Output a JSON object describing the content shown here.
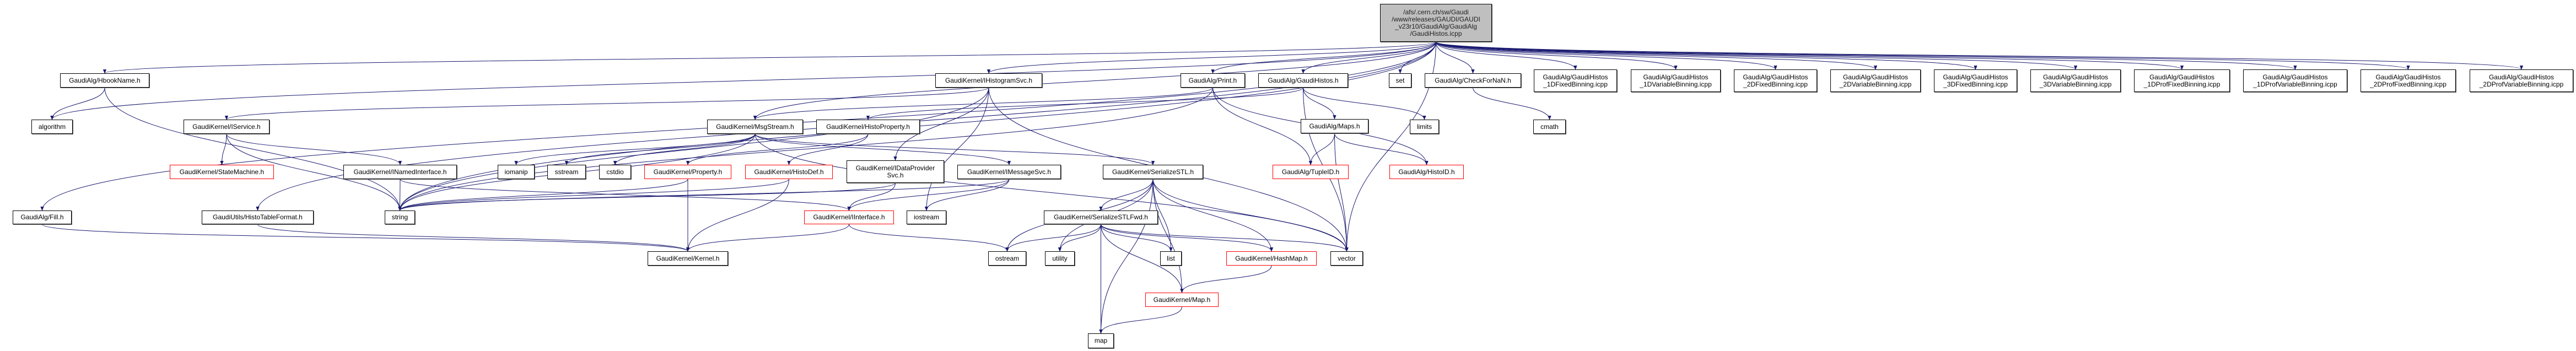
{
  "graph": {
    "type": "include-dependency-graph",
    "edge_color": "#191970",
    "root_fill": "#bfbfbf",
    "missing_border_color": "#ff0000",
    "nodes": [
      {
        "id": "root",
        "label": "/afs/.cern.ch/sw/Gaudi\n/www/releases/GAUDI/GAUDI\n_v23r10/GaudiAlg/GaudiAlg\n/GaudiHistos.icpp",
        "red": false
      },
      {
        "id": "hbook",
        "label": "GaudiAlg/HbookName.h",
        "red": false
      },
      {
        "id": "algorithm",
        "label": "algorithm",
        "red": false
      },
      {
        "id": "iservice",
        "label": "GaudiKernel/IService.h",
        "red": false
      },
      {
        "id": "statemachine",
        "label": "GaudiKernel/StateMachine.h",
        "red": true
      },
      {
        "id": "inamed",
        "label": "GaudiKernel/INamedInterface.h",
        "red": false
      },
      {
        "id": "iomanip",
        "label": "iomanip",
        "red": false
      },
      {
        "id": "sstream",
        "label": "sstream",
        "red": false
      },
      {
        "id": "cstdio",
        "label": "cstdio",
        "red": false
      },
      {
        "id": "fill",
        "label": "GaudiAlg/Fill.h",
        "red": false
      },
      {
        "id": "histotable",
        "label": "GaudiUtils/HistoTableFormat.h",
        "red": false
      },
      {
        "id": "string",
        "label": "string",
        "red": false
      },
      {
        "id": "kernel",
        "label": "GaudiKernel/Kernel.h",
        "red": false
      },
      {
        "id": "ihistsvc",
        "label": "GaudiKernel/IHistogramSvc.h",
        "red": false
      },
      {
        "id": "print",
        "label": "GaudiAlg/Print.h",
        "red": false
      },
      {
        "id": "gaudihistos",
        "label": "GaudiAlg/GaudiHistos.h",
        "red": false
      },
      {
        "id": "msgstream",
        "label": "GaudiKernel/MsgStream.h",
        "red": false
      },
      {
        "id": "histoprop",
        "label": "GaudiKernel/HistoProperty.h",
        "red": false
      },
      {
        "id": "property",
        "label": "GaudiKernel/Property.h",
        "red": true
      },
      {
        "id": "histodef",
        "label": "GaudiKernel/HistoDef.h",
        "red": true
      },
      {
        "id": "idataprov",
        "label": "GaudiKernel/IDataProvider\nSvc.h",
        "red": false
      },
      {
        "id": "imsgsvc",
        "label": "GaudiKernel/IMessageSvc.h",
        "red": false
      },
      {
        "id": "serstl",
        "label": "GaudiKernel/SerializeSTL.h",
        "red": false
      },
      {
        "id": "tupleid",
        "label": "GaudiAlg/TupleID.h",
        "red": true
      },
      {
        "id": "iinterface",
        "label": "GaudiKernel/IInterface.h",
        "red": true
      },
      {
        "id": "iostream",
        "label": "iostream",
        "red": false
      },
      {
        "id": "serstlfwd",
        "label": "GaudiKernel/SerializeSTLFwd.h",
        "red": false
      },
      {
        "id": "ostream",
        "label": "ostream",
        "red": false
      },
      {
        "id": "utility",
        "label": "utility",
        "red": false
      },
      {
        "id": "list",
        "label": "list",
        "red": false
      },
      {
        "id": "hashmap",
        "label": "GaudiKernel/HashMap.h",
        "red": true
      },
      {
        "id": "maph",
        "label": "GaudiKernel/Map.h",
        "red": true
      },
      {
        "id": "map",
        "label": "map",
        "red": false
      },
      {
        "id": "maps",
        "label": "GaudiAlg/Maps.h",
        "red": false
      },
      {
        "id": "limits",
        "label": "limits",
        "red": false
      },
      {
        "id": "histoid",
        "label": "GaudiAlg/HistoID.h",
        "red": true
      },
      {
        "id": "vector",
        "label": "vector",
        "red": false
      },
      {
        "id": "set",
        "label": "set",
        "red": false
      },
      {
        "id": "checknan",
        "label": "GaudiAlg/CheckForNaN.h",
        "red": false
      },
      {
        "id": "cmath",
        "label": "cmath",
        "red": false
      },
      {
        "id": "i1dfix",
        "label": "GaudiAlg/GaudiHistos\n_1DFixedBinning.icpp",
        "red": false
      },
      {
        "id": "i1dvar",
        "label": "GaudiAlg/GaudiHistos\n_1DVariableBinning.icpp",
        "red": false
      },
      {
        "id": "i2dfix",
        "label": "GaudiAlg/GaudiHistos\n_2DFixedBinning.icpp",
        "red": false
      },
      {
        "id": "i2dvar",
        "label": "GaudiAlg/GaudiHistos\n_2DVariableBinning.icpp",
        "red": false
      },
      {
        "id": "i3dfix",
        "label": "GaudiAlg/GaudiHistos\n_3DFixedBinning.icpp",
        "red": false
      },
      {
        "id": "i3dvar",
        "label": "GaudiAlg/GaudiHistos\n_3DVariableBinning.icpp",
        "red": false
      },
      {
        "id": "i1dproffix",
        "label": "GaudiAlg/GaudiHistos\n_1DProfFixedBinning.icpp",
        "red": false
      },
      {
        "id": "i1dprofvar",
        "label": "GaudiAlg/GaudiHistos\n_1DProfVariableBinning.icpp",
        "red": false
      },
      {
        "id": "i2dproffix",
        "label": "GaudiAlg/GaudiHistos\n_2DProfFixedBinning.icpp",
        "red": false
      },
      {
        "id": "i2dprofvar",
        "label": "GaudiAlg/GaudiHistos\n_2DProfVariableBinning.icpp",
        "red": false
      }
    ],
    "edges": [
      [
        "root",
        "hbook"
      ],
      [
        "root",
        "algorithm"
      ],
      [
        "root",
        "fill"
      ],
      [
        "root",
        "histotable"
      ],
      [
        "root",
        "string"
      ],
      [
        "root",
        "ihistsvc"
      ],
      [
        "root",
        "print"
      ],
      [
        "root",
        "gaudihistos"
      ],
      [
        "root",
        "msgstream"
      ],
      [
        "root",
        "vector"
      ],
      [
        "root",
        "set"
      ],
      [
        "root",
        "checknan"
      ],
      [
        "root",
        "i1dfix"
      ],
      [
        "root",
        "i1dvar"
      ],
      [
        "root",
        "i2dfix"
      ],
      [
        "root",
        "i2dvar"
      ],
      [
        "root",
        "i3dfix"
      ],
      [
        "root",
        "i3dvar"
      ],
      [
        "root",
        "i1dproffix"
      ],
      [
        "root",
        "i1dprofvar"
      ],
      [
        "root",
        "i2dproffix"
      ],
      [
        "root",
        "i2dprofvar"
      ],
      [
        "hbook",
        "algorithm"
      ],
      [
        "hbook",
        "string"
      ],
      [
        "iservice",
        "statemachine"
      ],
      [
        "iservice",
        "inamed"
      ],
      [
        "iservice",
        "string"
      ],
      [
        "inamed",
        "string"
      ],
      [
        "inamed",
        "iinterface"
      ],
      [
        "ihistsvc",
        "iservice"
      ],
      [
        "ihistsvc",
        "string"
      ],
      [
        "ihistsvc",
        "idataprov"
      ],
      [
        "ihistsvc",
        "iostream"
      ],
      [
        "ihistsvc",
        "vector"
      ],
      [
        "print",
        "msgstream"
      ],
      [
        "print",
        "tupleid"
      ],
      [
        "print",
        "histoid"
      ],
      [
        "print",
        "string"
      ],
      [
        "gaudihistos",
        "histoprop"
      ],
      [
        "gaudihistos",
        "maps"
      ],
      [
        "gaudihistos",
        "limits"
      ],
      [
        "gaudihistos",
        "vector"
      ],
      [
        "msgstream",
        "iomanip"
      ],
      [
        "msgstream",
        "sstream"
      ],
      [
        "msgstream",
        "cstdio"
      ],
      [
        "msgstream",
        "string"
      ],
      [
        "msgstream",
        "imsgsvc"
      ],
      [
        "msgstream",
        "serstl"
      ],
      [
        "msgstream",
        "vector"
      ],
      [
        "histoprop",
        "property"
      ],
      [
        "histoprop",
        "histodef"
      ],
      [
        "property",
        "kernel"
      ],
      [
        "property",
        "string"
      ],
      [
        "histodef",
        "kernel"
      ],
      [
        "histodef",
        "string"
      ],
      [
        "idataprov",
        "iinterface"
      ],
      [
        "idataprov",
        "string"
      ],
      [
        "imsgsvc",
        "iinterface"
      ],
      [
        "imsgsvc",
        "iostream"
      ],
      [
        "imsgsvc",
        "string"
      ],
      [
        "serstl",
        "serstlfwd"
      ],
      [
        "serstl",
        "ostream"
      ],
      [
        "serstl",
        "utility"
      ],
      [
        "serstl",
        "list"
      ],
      [
        "serstl",
        "map"
      ],
      [
        "serstl",
        "maph"
      ],
      [
        "serstl",
        "hashmap"
      ],
      [
        "serstl",
        "vector"
      ],
      [
        "serstlfwd",
        "ostream"
      ],
      [
        "serstlfwd",
        "utility"
      ],
      [
        "serstlfwd",
        "list"
      ],
      [
        "serstlfwd",
        "map"
      ],
      [
        "serstlfwd",
        "maph"
      ],
      [
        "serstlfwd",
        "hashmap"
      ],
      [
        "serstlfwd",
        "vector"
      ],
      [
        "hashmap",
        "maph"
      ],
      [
        "maph",
        "map"
      ],
      [
        "iinterface",
        "kernel"
      ],
      [
        "iinterface",
        "ostream"
      ],
      [
        "fill",
        "kernel"
      ],
      [
        "histotable",
        "kernel"
      ],
      [
        "maps",
        "tupleid"
      ],
      [
        "maps",
        "histoid"
      ],
      [
        "maps",
        "vector"
      ],
      [
        "checknan",
        "cmath"
      ]
    ]
  }
}
